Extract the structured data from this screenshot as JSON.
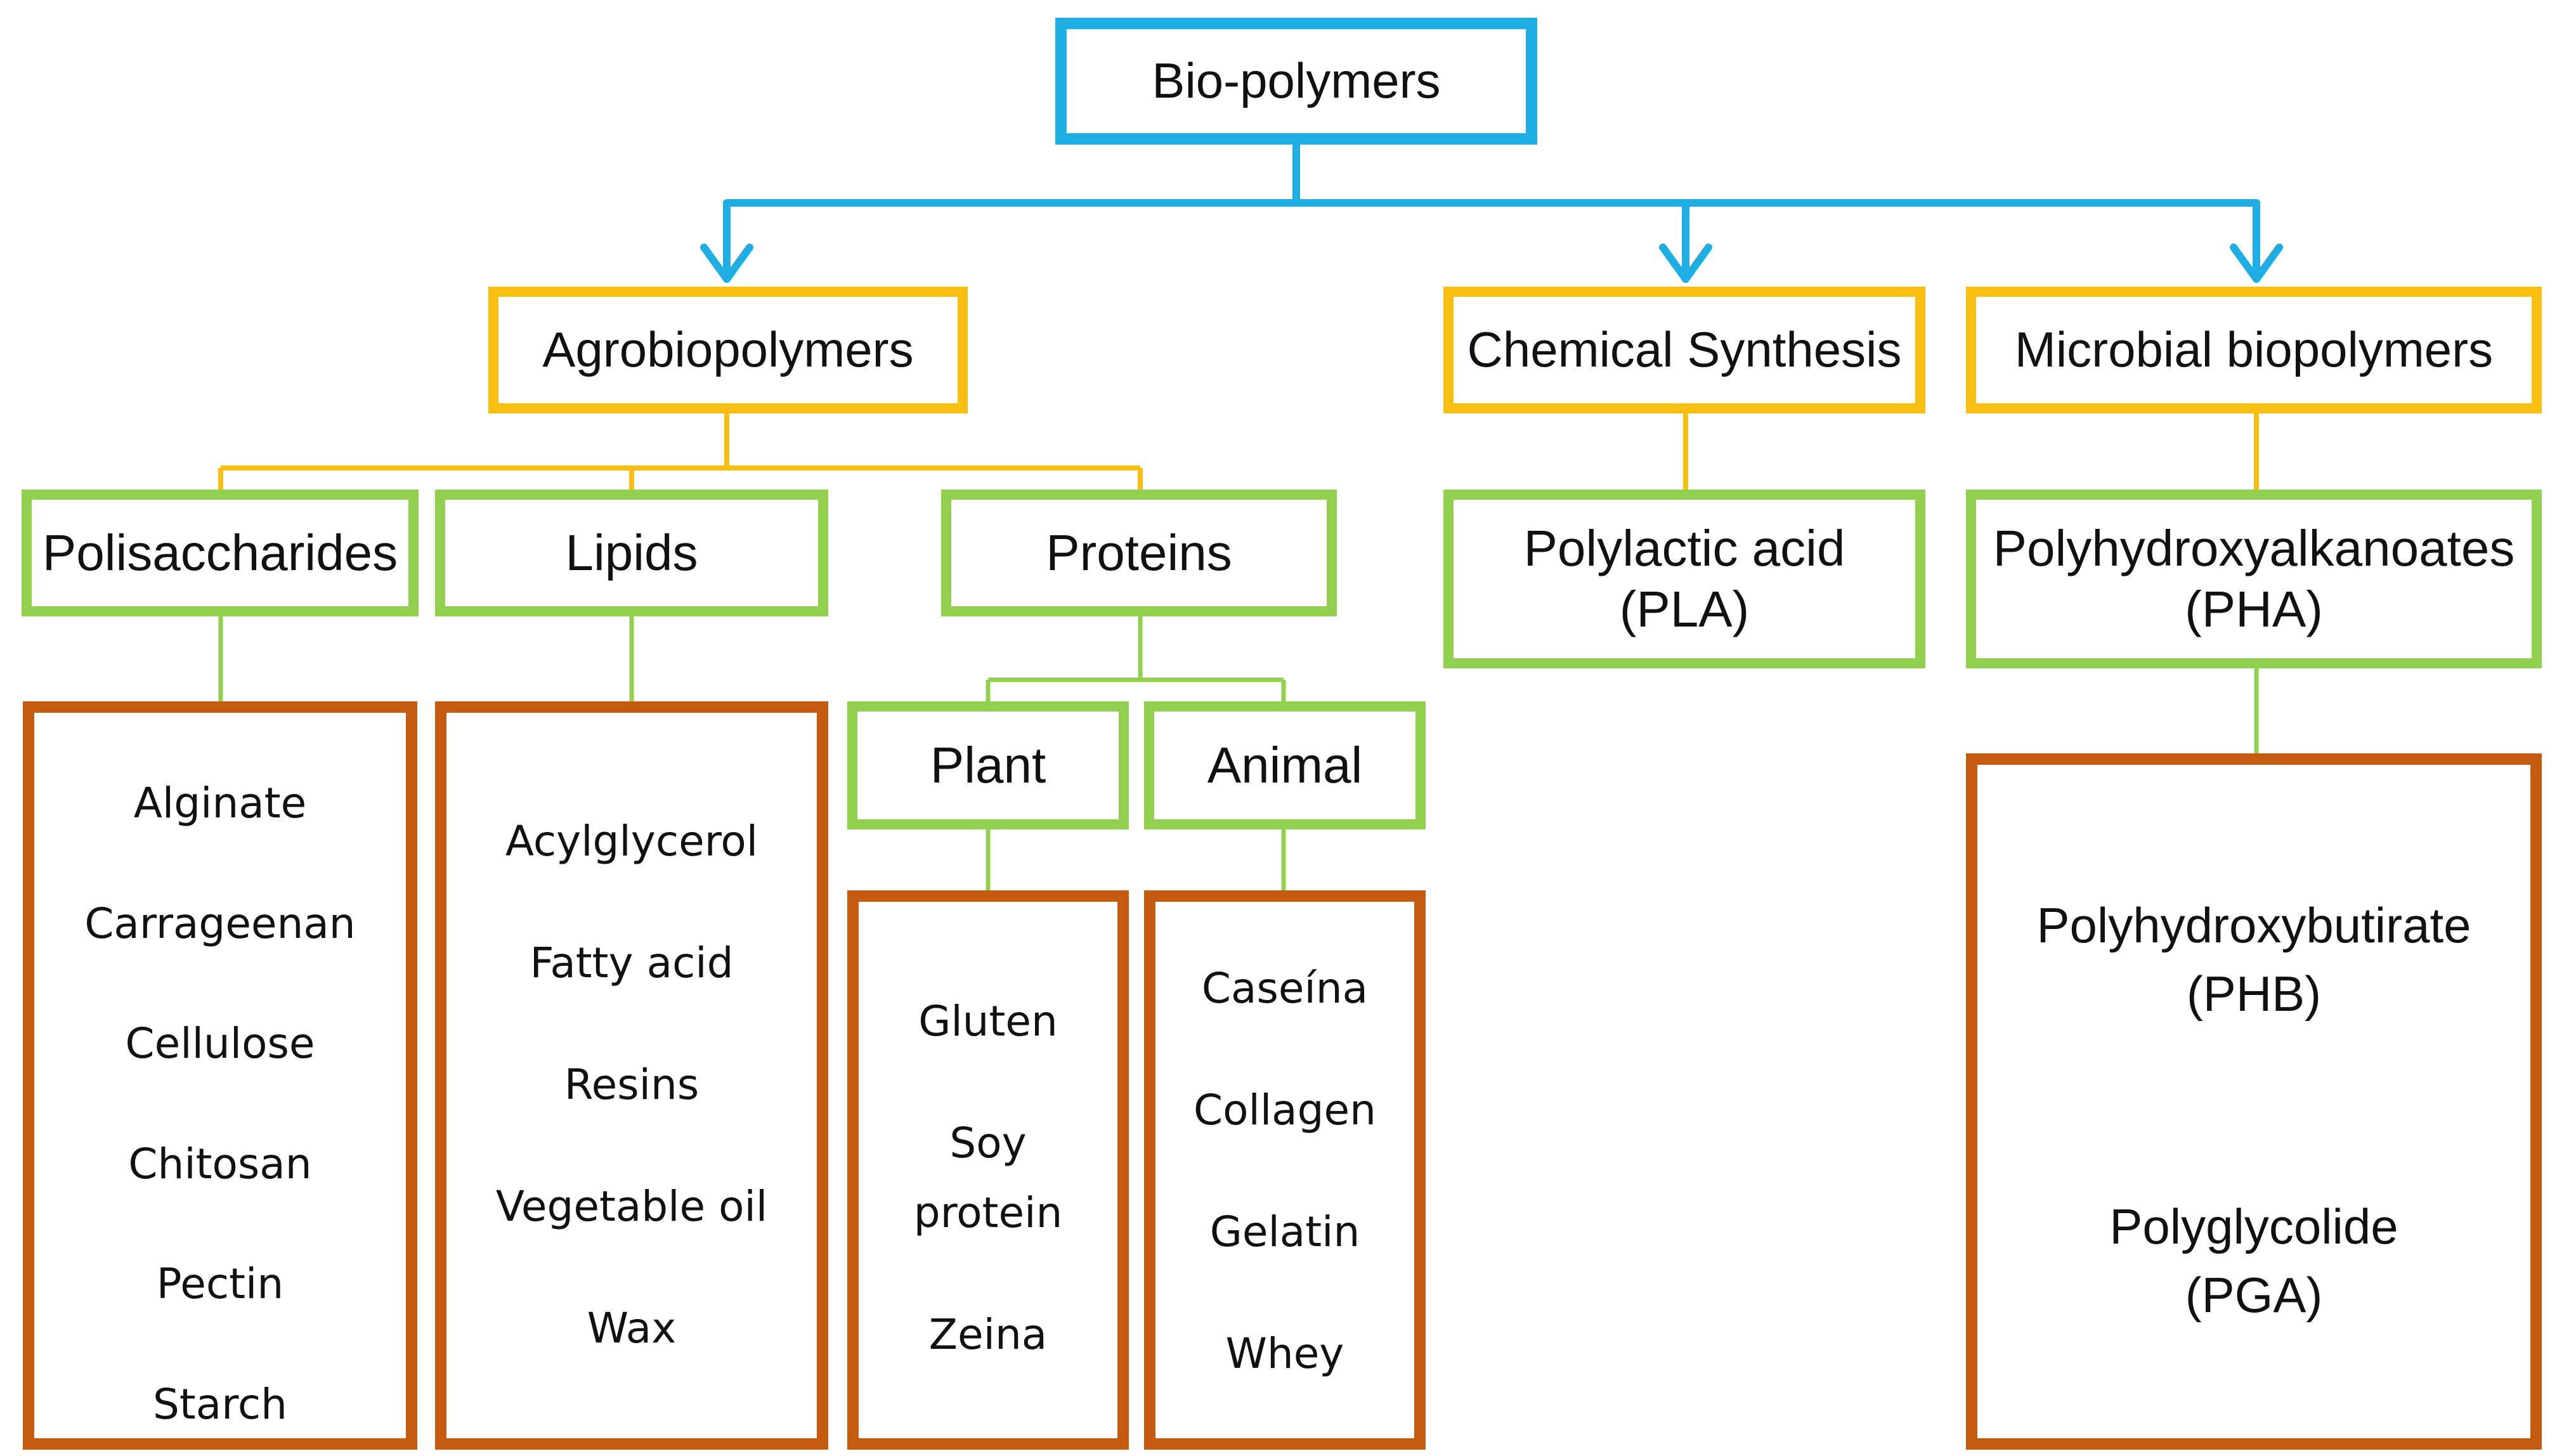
{
  "root": {
    "label": "Bio-polymers"
  },
  "level1": {
    "agro": "Agrobiopolymers",
    "chemical": "Chemical Synthesis",
    "microbial": "Microbial biopolymers"
  },
  "level2": {
    "polysaccharides": "Polisaccharides",
    "lipids": "Lipids",
    "proteins": "Proteins",
    "pla": [
      "Polylactic acid",
      "(PLA)"
    ],
    "pha": [
      "Polyhydroxyalkanoates",
      "(PHA)"
    ]
  },
  "level3": {
    "plant": "Plant",
    "animal": "Animal"
  },
  "lists": {
    "polysaccharides": [
      "Alginate",
      "Carrageenan",
      "Cellulose",
      "Chitosan",
      "Pectin",
      "Starch"
    ],
    "lipids": [
      "Acylglycerol",
      "Fatty acid",
      "Resins",
      "Vegetable oil",
      "Wax"
    ],
    "plant": [
      "Gluten",
      "Soy",
      "protein",
      "Zeina"
    ],
    "animal": [
      "Caseína",
      "Collagen",
      "Gelatin",
      "Whey"
    ],
    "microbial": [
      "Polyhydroxybutirate",
      "(PHB)",
      "Polyglycolide",
      "(PGA)"
    ]
  },
  "colors": {
    "root_border": "#1EAEE3",
    "level1_border": "#F9BE12",
    "category_border": "#92D050",
    "item_border": "#C55A11"
  }
}
